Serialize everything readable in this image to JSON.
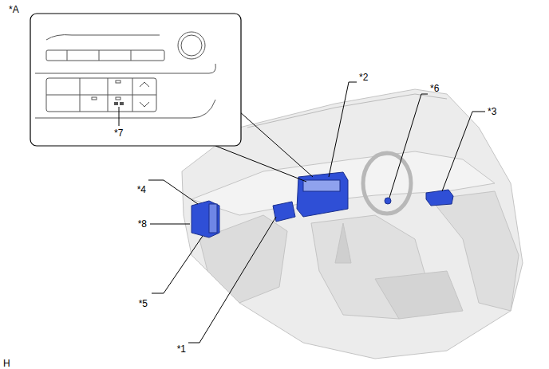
{
  "diagram": {
    "labels": [
      "*A",
      "*2",
      "*6",
      "*3",
      "*4",
      "*8",
      "*5",
      "*1",
      "*7",
      "H"
    ]
  }
}
